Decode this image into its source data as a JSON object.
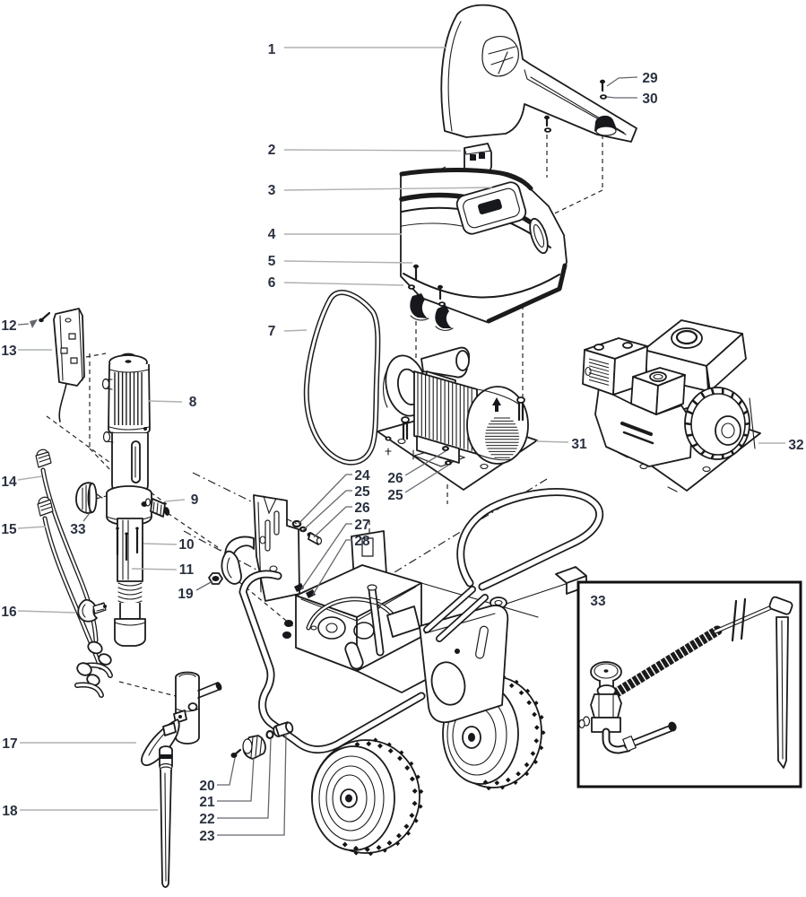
{
  "figure": {
    "type": "exploded-parts-diagram",
    "background": "#ffffff",
    "line_color": "#1b1b1b",
    "leader_color": "#aeb0b3",
    "leader_dark_color": "#63676d",
    "label_color": "#2a3140",
    "dash_color": "#26262a"
  },
  "callouts": {
    "c1": "1",
    "c2": "2",
    "c3": "3",
    "c4": "4",
    "c5": "5",
    "c6": "6",
    "c7": "7",
    "c8": "8",
    "c9": "9",
    "c10": "10",
    "c11": "11",
    "c12": "12",
    "c13": "13",
    "c14": "14",
    "c15": "15",
    "c16": "16",
    "c17": "17",
    "c18": "18",
    "c19": "19",
    "c20": "20",
    "c21": "21",
    "c22": "22",
    "c23": "23",
    "c24": "24",
    "c25": "25",
    "c26": "26",
    "c27": "27",
    "c28": "28",
    "c29": "29",
    "c30": "30",
    "c31": "31",
    "c32": "32",
    "c25b": "25",
    "c26b": "26",
    "c33_pump": "33",
    "c33_inset": "33"
  }
}
